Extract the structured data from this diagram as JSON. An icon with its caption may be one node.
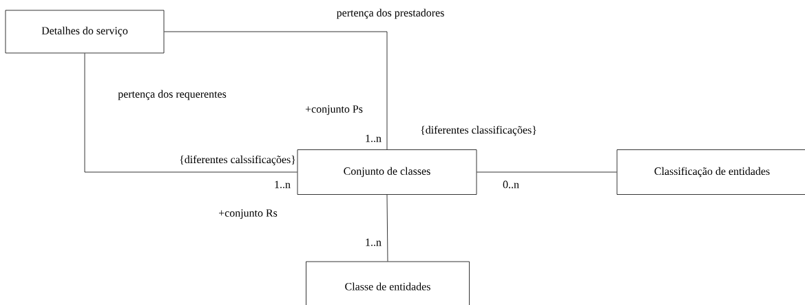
{
  "diagram": {
    "nodes": [
      {
        "text": [
          "Detalhes do serviço"
        ]
      },
      {
        "text": [
          "Conjunto de classes"
        ]
      },
      {
        "text": [
          "Classificação de entidades"
        ]
      },
      {
        "text": [
          "Classe de entidades"
        ]
      }
    ],
    "edges": [
      {
        "from": 0,
        "to": 1,
        "arrow": "none",
        "label": "pertença dos prestadores"
      },
      {
        "from": 0,
        "to": 1,
        "arrow": "none",
        "label": "pertença dos requerentes"
      },
      {
        "from": 1,
        "to": 2,
        "arrow": "none"
      },
      {
        "from": 1,
        "to": 3,
        "arrow": "none"
      }
    ],
    "labels": [
      "+conjunto Ps",
      "1..n",
      "{diferentes classificações}",
      "{diferentes calssificações}",
      "1..n",
      "0..n",
      "+conjunto Rs",
      "1..n"
    ]
  }
}
